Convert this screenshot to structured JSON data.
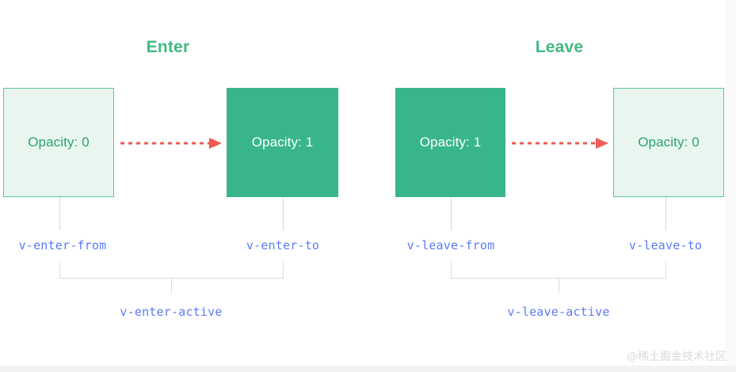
{
  "diagram": {
    "sections": [
      {
        "title": "Enter",
        "from": {
          "box_label": "Opacity: 0",
          "class_name": "v-enter-from",
          "state": "faded"
        },
        "to": {
          "box_label": "Opacity: 1",
          "class_name": "v-enter-to",
          "state": "solid"
        },
        "active_class": "v-enter-active"
      },
      {
        "title": "Leave",
        "from": {
          "box_label": "Opacity: 1",
          "class_name": "v-leave-from",
          "state": "solid"
        },
        "to": {
          "box_label": "Opacity: 0",
          "class_name": "v-leave-to",
          "state": "faded"
        },
        "active_class": "v-leave-active"
      }
    ],
    "arrow_icon": "dotted-arrow-right-icon"
  },
  "watermark": "@稀土掘金技术社区",
  "colors": {
    "accent_green": "#42b883",
    "box_solid_fill": "#38b68a",
    "box_faded_fill": "#e8f6ef",
    "box_faded_border": "#5cc398",
    "box_faded_text": "#2ca271",
    "class_label_blue": "#5b7cf7",
    "arrow_red": "#f05a55",
    "connector_gray": "#dcdcdc",
    "page_background": "#ffffff"
  }
}
